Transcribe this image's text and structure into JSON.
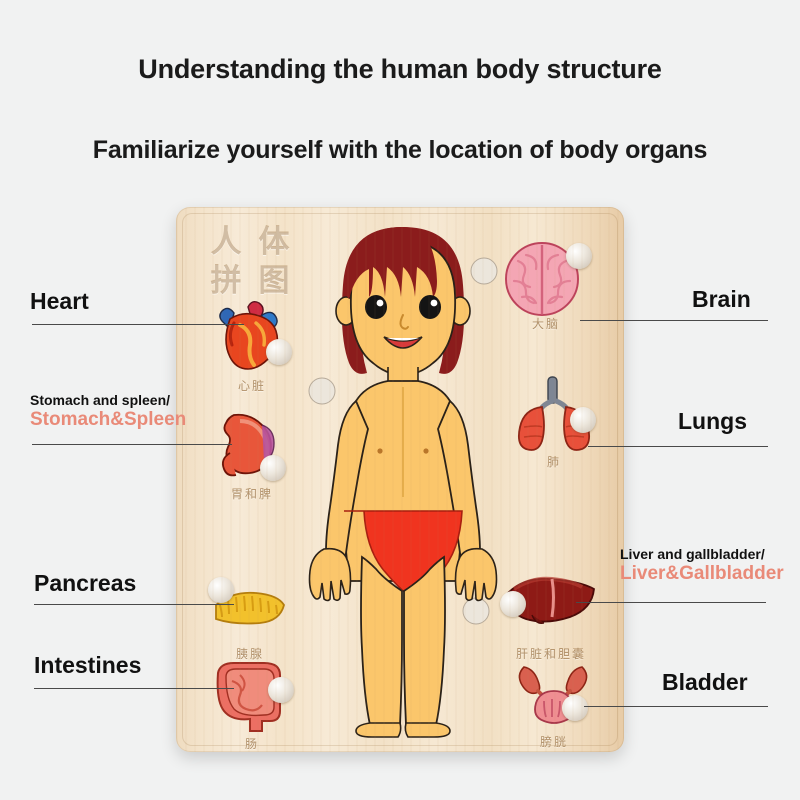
{
  "headings": {
    "title": "Understanding the human body structure",
    "subtitle": "Familiarize yourself with the location of body organs"
  },
  "board": {
    "engraved_title_chars": [
      "人",
      "体",
      "拼",
      "图"
    ],
    "engraved_title": "人体拼图"
  },
  "colors": {
    "page_background": "#f1f2f2",
    "wood_light": "#f7ead7",
    "wood_dark": "#e7cba6",
    "label_text": "#111111",
    "accent_salmon": "#e98a78",
    "leader_line": "#4a4a4a",
    "skin": "#fbc66b",
    "hair": "#8b1c1c",
    "underwear": "#f0341f",
    "chinese_engraving": "#96703f"
  },
  "labels": {
    "left": [
      {
        "name": "heart",
        "main": "Heart",
        "alt": null,
        "style": "big"
      },
      {
        "name": "stomach-spleen",
        "main": "Stomach and spleen/",
        "alt": "Stomach&Spleen",
        "style": "two"
      },
      {
        "name": "pancreas",
        "main": "Pancreas",
        "alt": null,
        "style": "big"
      },
      {
        "name": "intestines",
        "main": "Intestines",
        "alt": null,
        "style": "big"
      }
    ],
    "right": [
      {
        "name": "brain",
        "main": "Brain",
        "alt": null,
        "style": "big"
      },
      {
        "name": "lungs",
        "main": "Lungs",
        "alt": null,
        "style": "big"
      },
      {
        "name": "liver-gallbladder",
        "main": "Liver and gallbladder/",
        "alt": "Liver&Gallbladder",
        "style": "two"
      },
      {
        "name": "bladder",
        "main": "Bladder",
        "alt": null,
        "style": "big"
      }
    ]
  },
  "organs": {
    "left": [
      {
        "name": "heart",
        "cn": "心脏",
        "en": "Heart"
      },
      {
        "name": "stomach",
        "cn": "胃和脾",
        "en": "Stomach and spleen"
      },
      {
        "name": "pancreas",
        "cn": "胰腺",
        "en": "Pancreas"
      },
      {
        "name": "intestines",
        "cn": "肠",
        "en": "Intestines"
      }
    ],
    "right": [
      {
        "name": "brain",
        "cn": "大脑",
        "en": "Brain"
      },
      {
        "name": "lungs",
        "cn": "肺",
        "en": "Lungs"
      },
      {
        "name": "liver",
        "cn": "肝脏和胆囊",
        "en": "Liver and gallbladder"
      },
      {
        "name": "bladder",
        "cn": "膀胱",
        "en": "Bladder"
      }
    ]
  }
}
